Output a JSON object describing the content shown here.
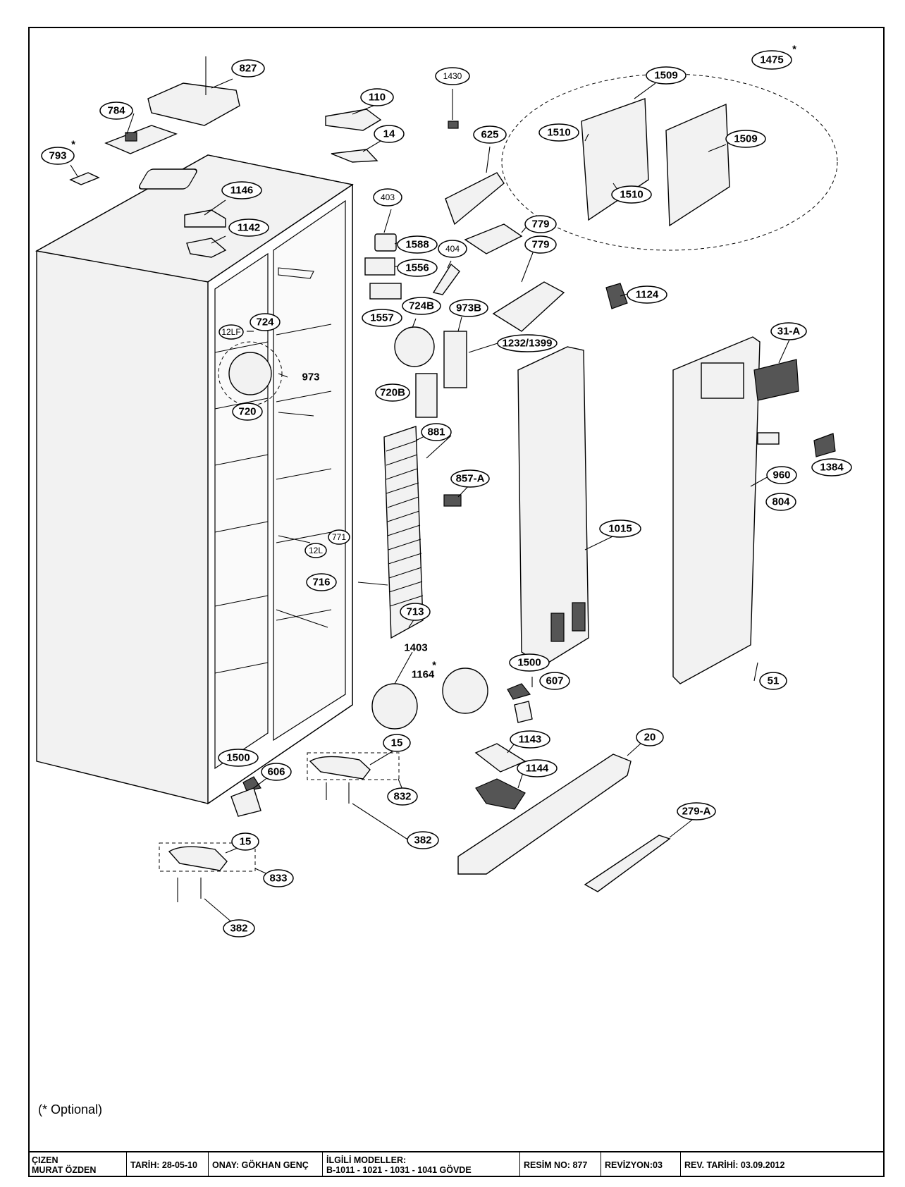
{
  "optional_note": "(*  Optional)",
  "title_block": {
    "drawn_by_label": "ÇIZEN",
    "drawn_by_name": "MURAT ÖZDEN",
    "date": "TARİH: 28-05-10",
    "approval": "ONAY: GÖKHAN GENÇ",
    "models_label": "İLGİLİ MODELLER:",
    "models_value": "B-1011 - 1021 - 1031 - 1041 GÖVDE",
    "drawing_no": "RESİM NO: 877",
    "revision": "REVİZYON:03",
    "revision_date": "REV. TARİHİ: 03.09.2012"
  },
  "part_callouts": [
    {
      "label": "827"
    },
    {
      "label": "784"
    },
    {
      "label": "793",
      "optional": true
    },
    {
      "label": "1146"
    },
    {
      "label": "1142"
    },
    {
      "label": "110"
    },
    {
      "label": "14"
    },
    {
      "label": "1430"
    },
    {
      "label": "625"
    },
    {
      "label": "1475",
      "optional": true
    },
    {
      "label": "1509"
    },
    {
      "label": "1510"
    },
    {
      "label": "1510"
    },
    {
      "label": "1509"
    },
    {
      "label": "403"
    },
    {
      "label": "1588"
    },
    {
      "label": "404"
    },
    {
      "label": "1556"
    },
    {
      "label": "779"
    },
    {
      "label": "779"
    },
    {
      "label": "1124"
    },
    {
      "label": "1557"
    },
    {
      "label": "724B"
    },
    {
      "label": "973B"
    },
    {
      "label": "724"
    },
    {
      "label": "1232/1399"
    },
    {
      "label": "973"
    },
    {
      "label": "720"
    },
    {
      "label": "720B"
    },
    {
      "label": "31-A"
    },
    {
      "label": "881"
    },
    {
      "label": "857-A"
    },
    {
      "label": "960"
    },
    {
      "label": "1384"
    },
    {
      "label": "804"
    },
    {
      "label": "1015"
    },
    {
      "label": "716"
    },
    {
      "label": "713"
    },
    {
      "label": "1403"
    },
    {
      "label": "1164",
      "optional": true
    },
    {
      "label": "1500"
    },
    {
      "label": "607"
    },
    {
      "label": "51"
    },
    {
      "label": "20"
    },
    {
      "label": "1143"
    },
    {
      "label": "1144"
    },
    {
      "label": "15"
    },
    {
      "label": "1500"
    },
    {
      "label": "606"
    },
    {
      "label": "832"
    },
    {
      "label": "279-A"
    },
    {
      "label": "382"
    },
    {
      "label": "15"
    },
    {
      "label": "833"
    },
    {
      "label": "382"
    }
  ],
  "small_labels": [
    {
      "label": "12LF"
    },
    {
      "label": "12L"
    },
    {
      "label": "771"
    }
  ]
}
